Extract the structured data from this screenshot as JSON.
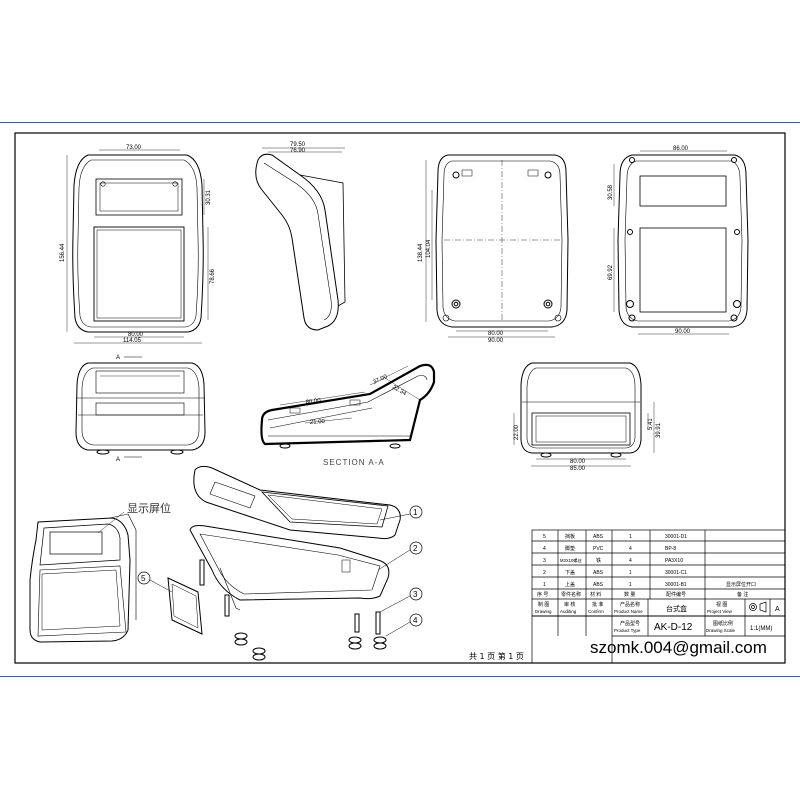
{
  "views": {
    "front": {
      "w_top": "73.00",
      "h_total": "156.44",
      "h_win": "30.31",
      "h_screen": "78.66",
      "w_inner": "80.00",
      "w_total": "114.05"
    },
    "side": {
      "d1": "79.50",
      "d2": "76.90"
    },
    "bottom": {
      "h_total": "138.44",
      "h_inner": "104.04",
      "w1": "80.00",
      "w2": "90.00"
    },
    "top_view": {
      "w": "86.00",
      "h1": "30.58",
      "h2": "69.92",
      "w_bottom": "90.00"
    },
    "section": {
      "d1": "37.00",
      "d2": "80.00",
      "d3": "21.00",
      "d4": "22.34",
      "label": "SECTION A-A",
      "mark_a1": "A",
      "mark_a2": "A"
    },
    "end_view": {
      "h1": "22.00",
      "h2": "5.41",
      "h3": "39.91",
      "w1": "80.00",
      "w2": "85.00"
    }
  },
  "callout_label": "显示屏位",
  "balloons": [
    "1",
    "2",
    "3",
    "4",
    "5"
  ],
  "bom": {
    "rows": [
      {
        "no": "5",
        "name": "挡板",
        "material": "ABS",
        "qty": "1",
        "code": "30001-D1",
        "note": ""
      },
      {
        "no": "4",
        "name": "脚垫",
        "material": "PVC",
        "qty": "4",
        "code": "BP-8",
        "note": ""
      },
      {
        "no": "3",
        "name": "M3X10螺丝",
        "material": "铁",
        "qty": "4",
        "code": "PA3X10",
        "note": ""
      },
      {
        "no": "2",
        "name": "下盖",
        "material": "ABS",
        "qty": "1",
        "code": "30001-C1",
        "note": ""
      },
      {
        "no": "1",
        "name": "上盖",
        "material": "ABS",
        "qty": "1",
        "code": "30001-B1",
        "note": "显示屏位开口"
      }
    ],
    "header": {
      "no": "序 号",
      "name": "零件名称",
      "material": "材 料",
      "qty": "数 量",
      "code": "配件编号",
      "note": "备 注"
    }
  },
  "title_block": {
    "drawing_cn": "制 图",
    "drawing_en": "Drawing",
    "auditing_cn": "审 核",
    "auditing_en": "Auditing",
    "confirm_cn": "批 准",
    "confirm_en": "Confirm",
    "product_name_cn": "产品名称",
    "product_name_en": "Product Name",
    "product_name": "台式盒",
    "project_view_cn": "视 图",
    "project_view_en": "Project View",
    "view_letter": "A",
    "product_type_cn": "产品型号",
    "product_type_en": "Product Type",
    "product_type": "AK-D-12",
    "scale_cn": "图纸比例",
    "scale_en": "Drawing Scale",
    "scale": "1:1(MM)"
  },
  "sheet_count": "共 1 页   第 1 页",
  "email": "szomk.004@gmail.com",
  "colors": {
    "frame_blue": "#2c5bd8",
    "line": "#000000"
  }
}
